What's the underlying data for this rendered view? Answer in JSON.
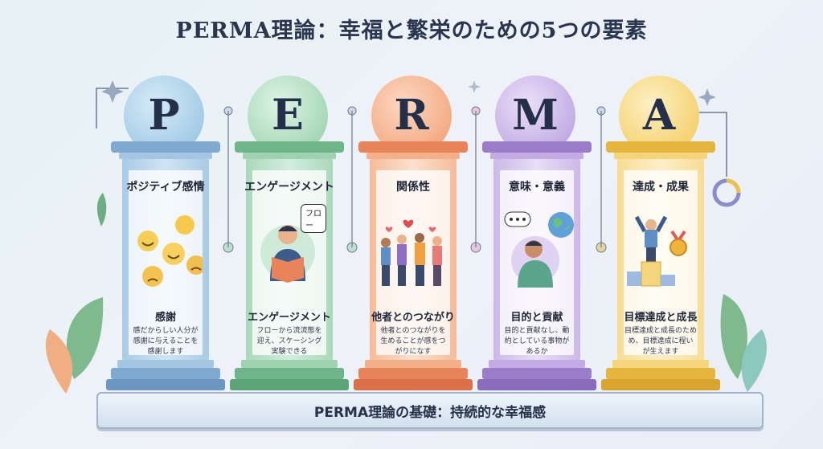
{
  "title": "PERMA理論：幸福と繁栄のための5つの要素",
  "base_label": "PERMA理論の基礎：持続的な幸福感",
  "pillars": [
    {
      "letter": "P",
      "title": "ポジティブ感情",
      "subtitle": "感謝",
      "desc": "感だからしい人分が\n感謝に与えることを\n感謝します",
      "color": "#7fb3d8",
      "accent": "#4f88b8",
      "orb": "#9cc7e6",
      "icon": "emoji-faces-icon"
    },
    {
      "letter": "E",
      "title": "エンゲージメント",
      "subtitle": "エンゲージメント",
      "desc": "フローから流流態を\n迎え、スケーシング\n実験できる",
      "bubble": "フロー",
      "color": "#8ccaa0",
      "accent": "#4f9a6a",
      "orb": "#9fd6ae",
      "icon": "reading-person-icon"
    },
    {
      "letter": "R",
      "title": "関係性",
      "subtitle": "他者とのつながり",
      "desc": "他者とのつながりを\n生めることが感をつ\nがりになす",
      "color": "#f2a47a",
      "accent": "#de7a4c",
      "orb": "#f6a57b",
      "icon": "group-people-icon"
    },
    {
      "letter": "M",
      "title": "意味・意義",
      "subtitle": "目的と貢献",
      "desc": "目的と貢献なし、動\n約としている事物が\nあるか",
      "color": "#b8a1dc",
      "accent": "#8b6cc0",
      "orb": "#c0a8e4",
      "icon": "thinking-person-icon"
    },
    {
      "letter": "A",
      "title": "達成・成果",
      "subtitle": "目標達成と成長",
      "desc": "目標達成と成長のため\nめ、目標達成に程い\nが生えます",
      "color": "#f5cf6a",
      "accent": "#e0a833",
      "orb": "#f7d56f",
      "icon": "achievement-podium-icon"
    }
  ]
}
